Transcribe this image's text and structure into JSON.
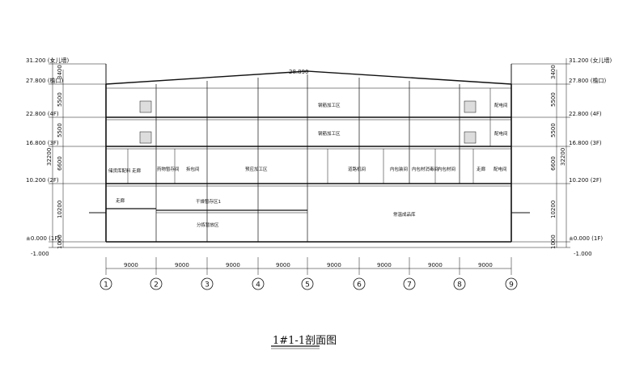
{
  "title": "1#1-1剖面图",
  "ridge_label": "28.890",
  "levels_left": [
    "31.200 (女儿墙)",
    "27.800 (檐口)",
    "22.800 (4F)",
    "16.800 (3F)",
    "10.200 (2F)",
    "±0.000 (1F)",
    "-1.000"
  ],
  "levels_right": [
    "31.200 (女儿墙)",
    "27.800 (檐口)",
    "22.800 (4F)",
    "16.800 (3F)",
    "10.200 (2F)",
    "±0.000 (1F)",
    "-1.000"
  ],
  "vertical_dims_left": [
    "3400",
    "5500",
    "5500",
    "6600",
    "10200",
    "1000"
  ],
  "vertical_dims_right": [
    "3400",
    "5500",
    "5500",
    "6600",
    "10200",
    "1000"
  ],
  "total_dim": "32200",
  "bay_dims": [
    "9000",
    "9000",
    "9000",
    "9000",
    "9000",
    "9000",
    "9000",
    "9000"
  ],
  "axes": [
    "1",
    "2",
    "3",
    "4",
    "5",
    "6",
    "7",
    "8",
    "9"
  ],
  "rooms": {
    "r4f": "钢筋加工区",
    "r4f_right": "配电间",
    "r3f": "钢筋加工区",
    "r3f_right": "配电间",
    "r2f_a": "储货库配料",
    "r2f_b": "走廊",
    "r2f_c": "药物暂存间",
    "r2f_d": "拆包间",
    "r2f_e": "预应加工区",
    "r2f_f": "道路机间",
    "r2f_g": "内包装间",
    "r2f_h": "内包材消毒间",
    "r2f_i": "内包材间",
    "r2f_j": "走廊",
    "r2f_k": "配电间",
    "r1f_a": "走廊",
    "r1f_b": "干燥暂存区1",
    "r1f_c": "分拣暂放区",
    "r1f_d": "常温成品库"
  }
}
